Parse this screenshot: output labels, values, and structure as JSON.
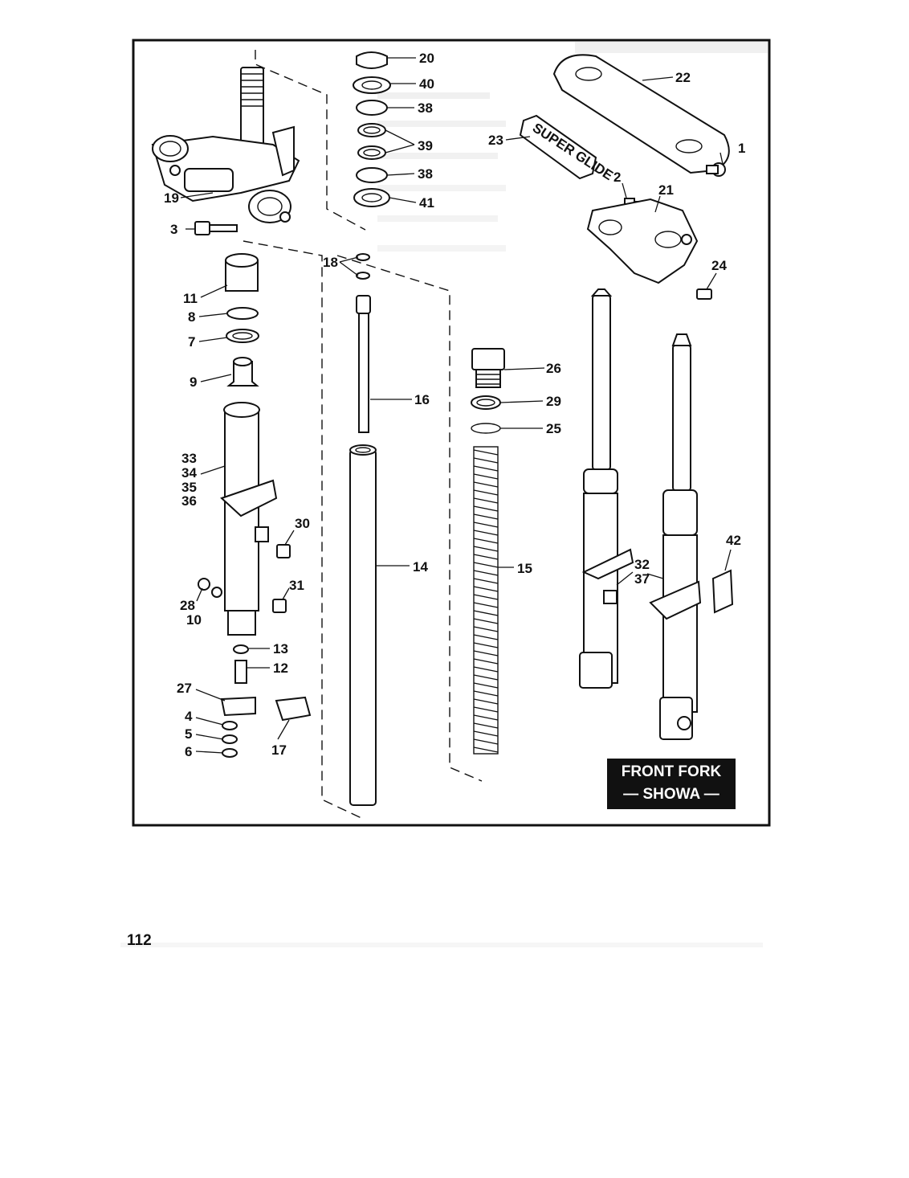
{
  "page": {
    "number": "112"
  },
  "diagram": {
    "title_line1": "FRONT FORK",
    "title_line2": "— SHOWA —",
    "decal_text": "SUPER GLIDE",
    "callouts": [
      "20",
      "40",
      "38",
      "39",
      "38",
      "41",
      "22",
      "23",
      "1",
      "2",
      "21",
      "24",
      "19",
      "3",
      "11",
      "8",
      "7",
      "9",
      "18",
      "16",
      "26",
      "29",
      "25",
      "33",
      "34",
      "35",
      "36",
      "30",
      "14",
      "15",
      "32",
      "37",
      "42",
      "31",
      "28",
      "10",
      "13",
      "12",
      "27",
      "4",
      "5",
      "6",
      "17"
    ]
  }
}
